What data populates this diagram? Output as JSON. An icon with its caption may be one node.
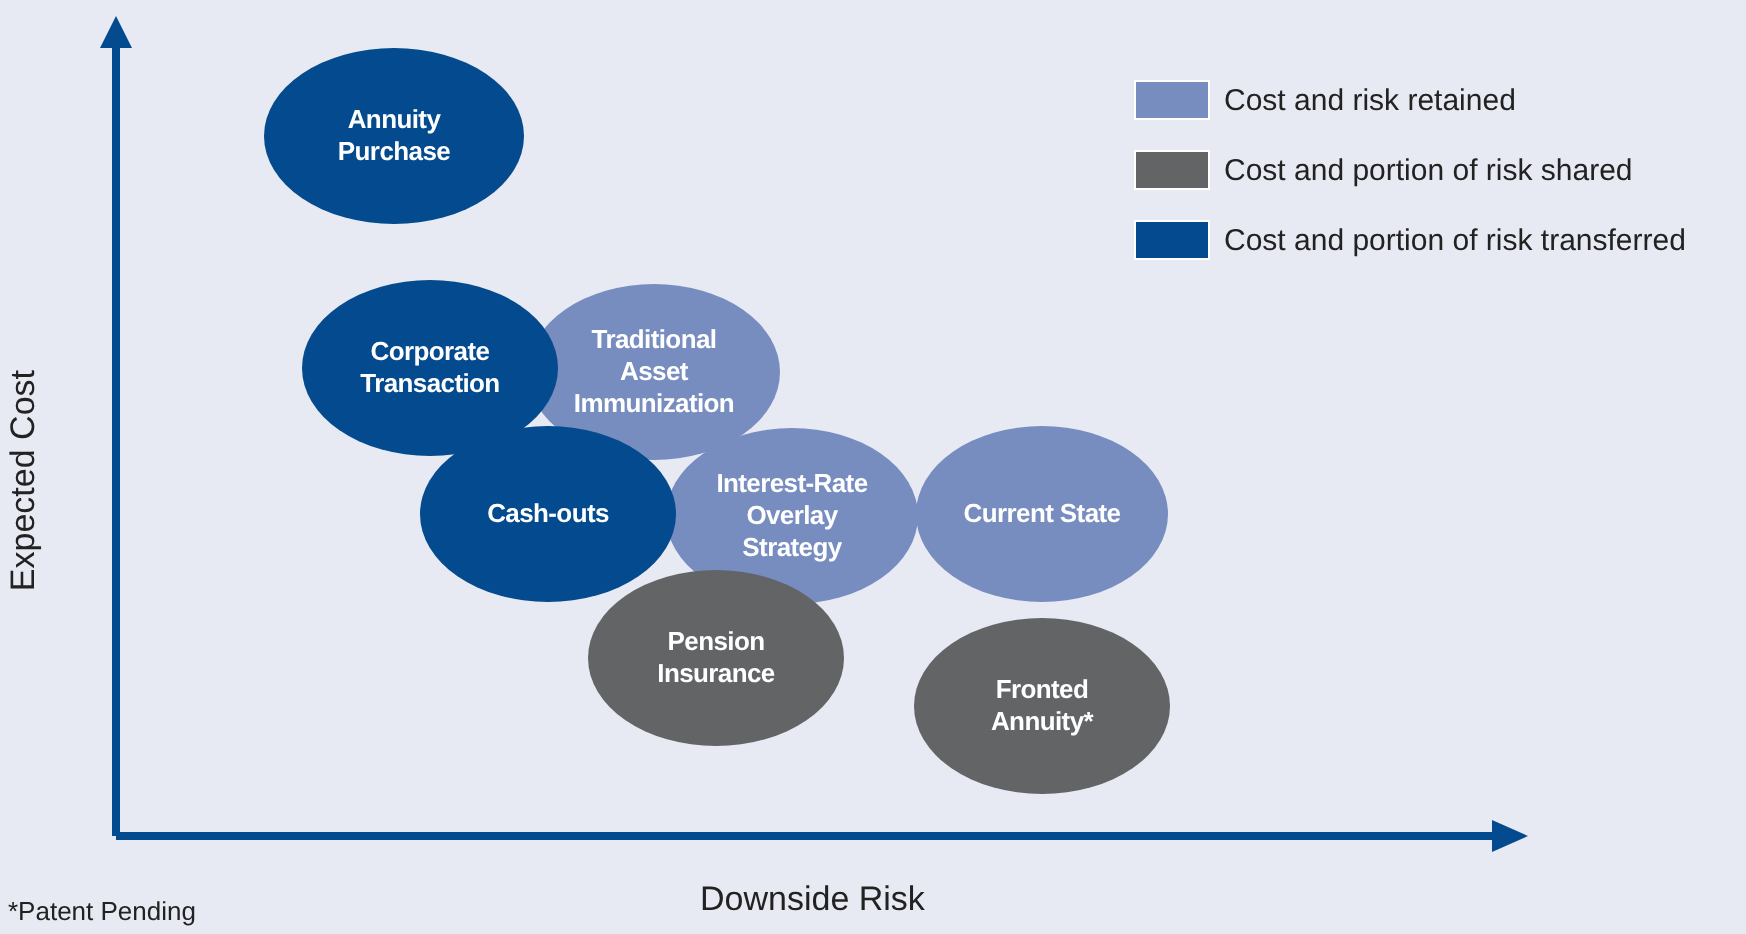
{
  "diagram": {
    "nodes": [
      {
        "text": [
          "Annuity Purchase"
        ]
      },
      {
        "text": [
          "Corporate Transaction"
        ]
      },
      {
        "text": [
          "Traditional Asset Immunization"
        ]
      },
      {
        "text": [
          "Cash-outs"
        ]
      },
      {
        "text": [
          "Interest-Rate Overlay Strategy"
        ]
      },
      {
        "text": [
          "Current State"
        ]
      },
      {
        "text": [
          "Pension Insurance"
        ]
      },
      {
        "text": [
          "Fronted Annuity*"
        ]
      }
    ],
    "labels": [
      "Expected Cost",
      "Downside Risk",
      "*Patent Pending"
    ],
    "legend": [
      {
        "text": "Cost and risk retained",
        "color": "#778dc0"
      },
      {
        "text": "Cost and portion of risk shared",
        "color": "#636466"
      },
      {
        "text": "Cost and portion of risk transferred",
        "color": "#034a8e"
      }
    ]
  }
}
